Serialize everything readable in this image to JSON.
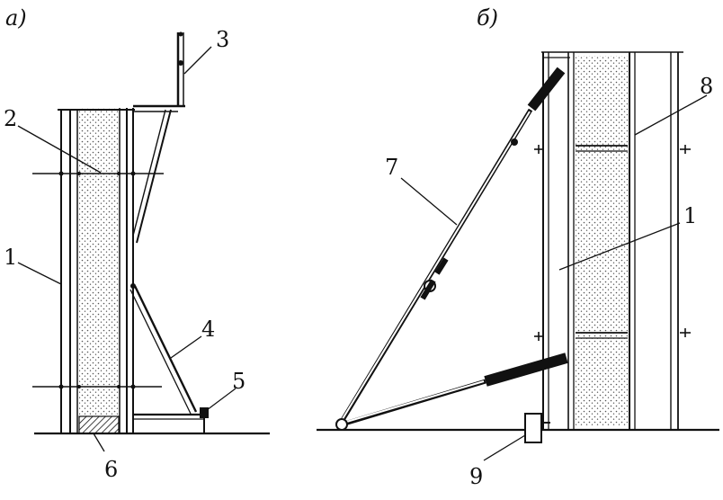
{
  "panels": [
    {
      "id": "a",
      "letter": "а)"
    },
    {
      "id": "b",
      "letter": "б)"
    }
  ],
  "callouts": {
    "a": [
      "1",
      "2",
      "3",
      "4",
      "5",
      "6"
    ],
    "b": [
      "7",
      "8",
      "1",
      "9"
    ]
  },
  "colors": {
    "ink": "#111111",
    "concrete_dots": "#555555",
    "background": "#ffffff"
  }
}
